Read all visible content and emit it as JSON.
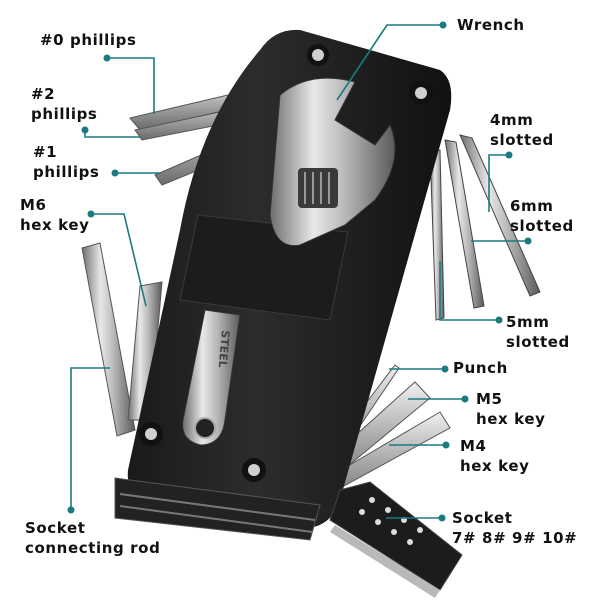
{
  "figure": {
    "type": "product-callout-diagram",
    "subject": "multi-tool",
    "callout_color": "#1a7a80",
    "labels": [
      {
        "id": "phillips0",
        "line1": "#0 phillips",
        "line2": ""
      },
      {
        "id": "phillips2",
        "line1": "#2",
        "line2": "phillips"
      },
      {
        "id": "phillips1",
        "line1": "#1",
        "line2": "phillips"
      },
      {
        "id": "m6",
        "line1": "M6",
        "line2": "hex key"
      },
      {
        "id": "socketrod",
        "line1": "Socket",
        "line2": "connecting rod"
      },
      {
        "id": "wrench",
        "line1": "Wrench",
        "line2": ""
      },
      {
        "id": "slot4",
        "line1": "4mm",
        "line2": "slotted"
      },
      {
        "id": "slot6",
        "line1": "6mm",
        "line2": "slotted"
      },
      {
        "id": "slot5",
        "line1": "5mm",
        "line2": "slotted"
      },
      {
        "id": "punch",
        "line1": "Punch",
        "line2": ""
      },
      {
        "id": "m5",
        "line1": "M5",
        "line2": "hex key"
      },
      {
        "id": "m4",
        "line1": "M4",
        "line2": "hex key"
      },
      {
        "id": "socket",
        "line1": "Socket",
        "line2": "7# 8# 9# 10#"
      }
    ],
    "wrench_marking": "STEEL"
  }
}
